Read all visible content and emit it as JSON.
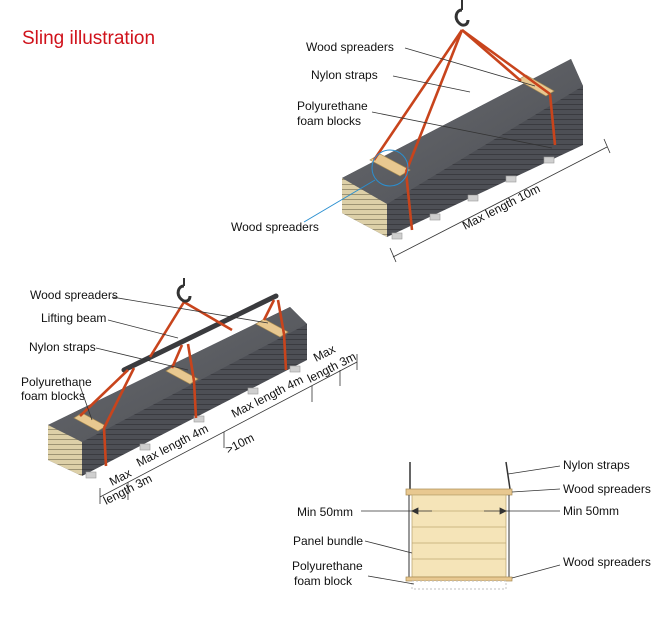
{
  "title": "Sling illustration",
  "colors": {
    "title": "#d0121b",
    "strap": "#c8441c",
    "bundle_top": "#5a5c60",
    "bundle_side": "#4a4c50",
    "panel_edge": "#d6c49a",
    "spreader": "#e8c890",
    "beam": "#3a3b3e",
    "callout_blue": "#2a8fd0"
  },
  "diagram1": {
    "labels": {
      "wood_spreaders_top": "Wood spreaders",
      "nylon_straps": "Nylon straps",
      "foam_line1": "Polyurethane",
      "foam_line2": "foam blocks",
      "wood_spreaders_callout": "Wood spreaders",
      "max_length": "Max length 10m"
    }
  },
  "diagram2": {
    "labels": {
      "wood_spreaders": "Wood spreaders",
      "lifting_beam": "Lifting beam",
      "nylon_straps": "Nylon straps",
      "foam_line1": "Polyurethane",
      "foam_line2": "foam blocks",
      "max_length_3m_right_line1": "Max",
      "max_length_3m_right_line2": "length 3m",
      "max_length_4m_right": "Max length 4m",
      "max_length_4m_left": "Max length 4m",
      "max_length_3m_left_line1": "Max",
      "max_length_3m_left_line2": "length 3m",
      "overall": ">10m"
    }
  },
  "diagram3": {
    "labels": {
      "nylon_straps": "Nylon straps",
      "wood_spreaders_top": "Wood spreaders",
      "min_left": "Min 50mm",
      "min_right": "Min 50mm",
      "panel_bundle": "Panel bundle",
      "wood_spreaders_bottom": "Wood spreaders",
      "foam_line1": "Polyurethane",
      "foam_line2": "foam block"
    }
  }
}
